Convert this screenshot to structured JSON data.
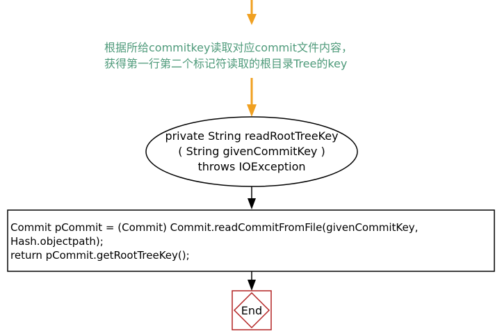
{
  "colors": {
    "annotation_arrow": "#f0a020",
    "annotation_text": "#4e9a7a",
    "flow_arrow": "#000000",
    "end_border": "#b22222"
  },
  "annotation": {
    "line1": "根据所给commitkey读取对应commit文件内容，",
    "line2": "获得第一行第二个标记符读取的根目录Tree的key"
  },
  "method_oval": {
    "line1": "private String readRootTreeKey",
    "line2": "( String givenCommitKey )",
    "line3": "throws IOException"
  },
  "code_box": {
    "line1": "Commit pCommit = (Commit) Commit.readCommitFromFile(givenCommitKey,",
    "line2": "Hash.objectpath);",
    "line3": "return pCommit.getRootTreeKey();"
  },
  "end_node": {
    "label": "End"
  }
}
